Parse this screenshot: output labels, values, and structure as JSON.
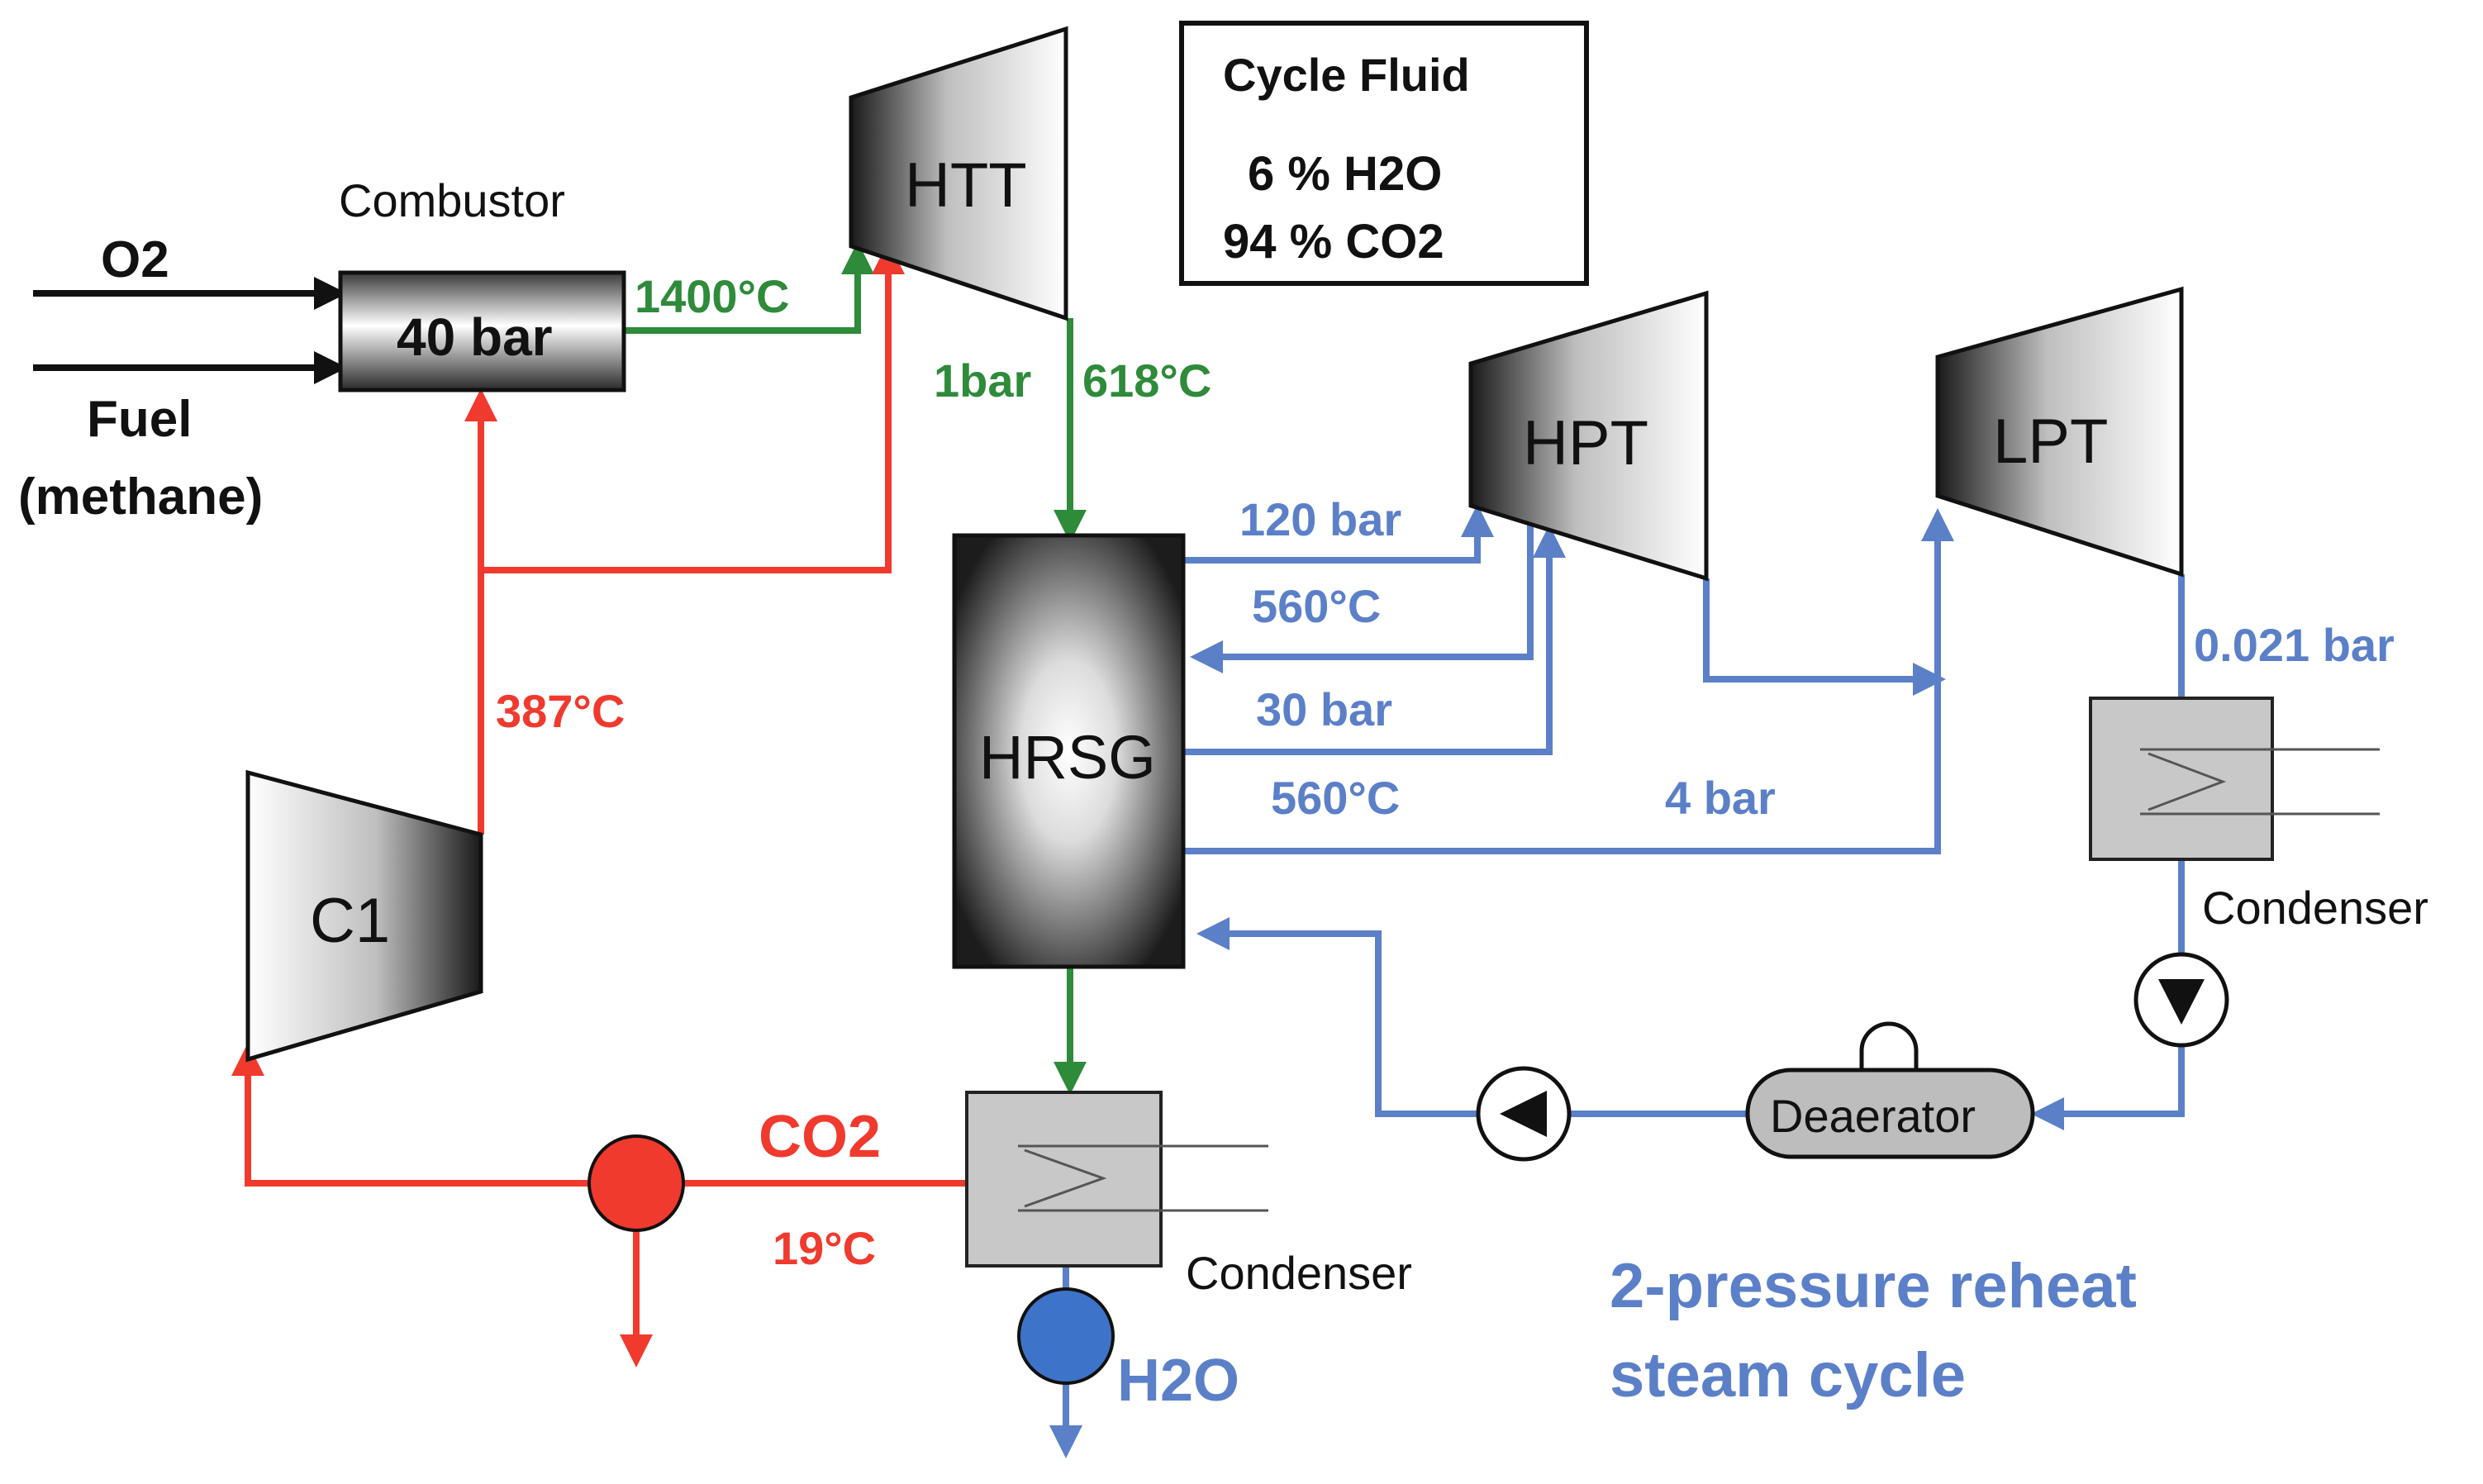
{
  "labels": {
    "combustor": "Combustor",
    "combustor_pressure": "40 bar",
    "o2": "O2",
    "fuel_line1": "Fuel",
    "fuel_line2": "(methane)",
    "htt": "HTT",
    "htt_inlet_temp": "1400°C",
    "htt_outlet_pressure": "1bar",
    "htt_outlet_temp": "618°C",
    "c1": "C1",
    "c1_outlet_temp": "387°C",
    "hrsg": "HRSG",
    "hpt": "HPT",
    "lpt": "LPT",
    "hp_pressure": "120 bar",
    "hp_temp": "560°C",
    "rh_pressure": "30 bar",
    "rh_temp": "560°C",
    "lp_pressure": "4 bar",
    "condenser_pressure": "0.021 bar",
    "condenser_right": "Condenser",
    "deaerator": "Deaerator",
    "co2": "CO2",
    "co2_temp": "19°C",
    "condenser_bottom": "Condenser",
    "h2o": "H2O",
    "steam_cycle_line1": "2-pressure reheat",
    "steam_cycle_line2": "steam cycle"
  },
  "cycle_fluid": {
    "title": "Cycle Fluid",
    "line1": "6 % H2O",
    "line2": "94 % CO2"
  },
  "colors": {
    "gas_green": "#2e8b3a",
    "co2_red": "#f03a2e",
    "steam_blue": "#5b80c8",
    "h2o_sep": "#3d74c9"
  }
}
